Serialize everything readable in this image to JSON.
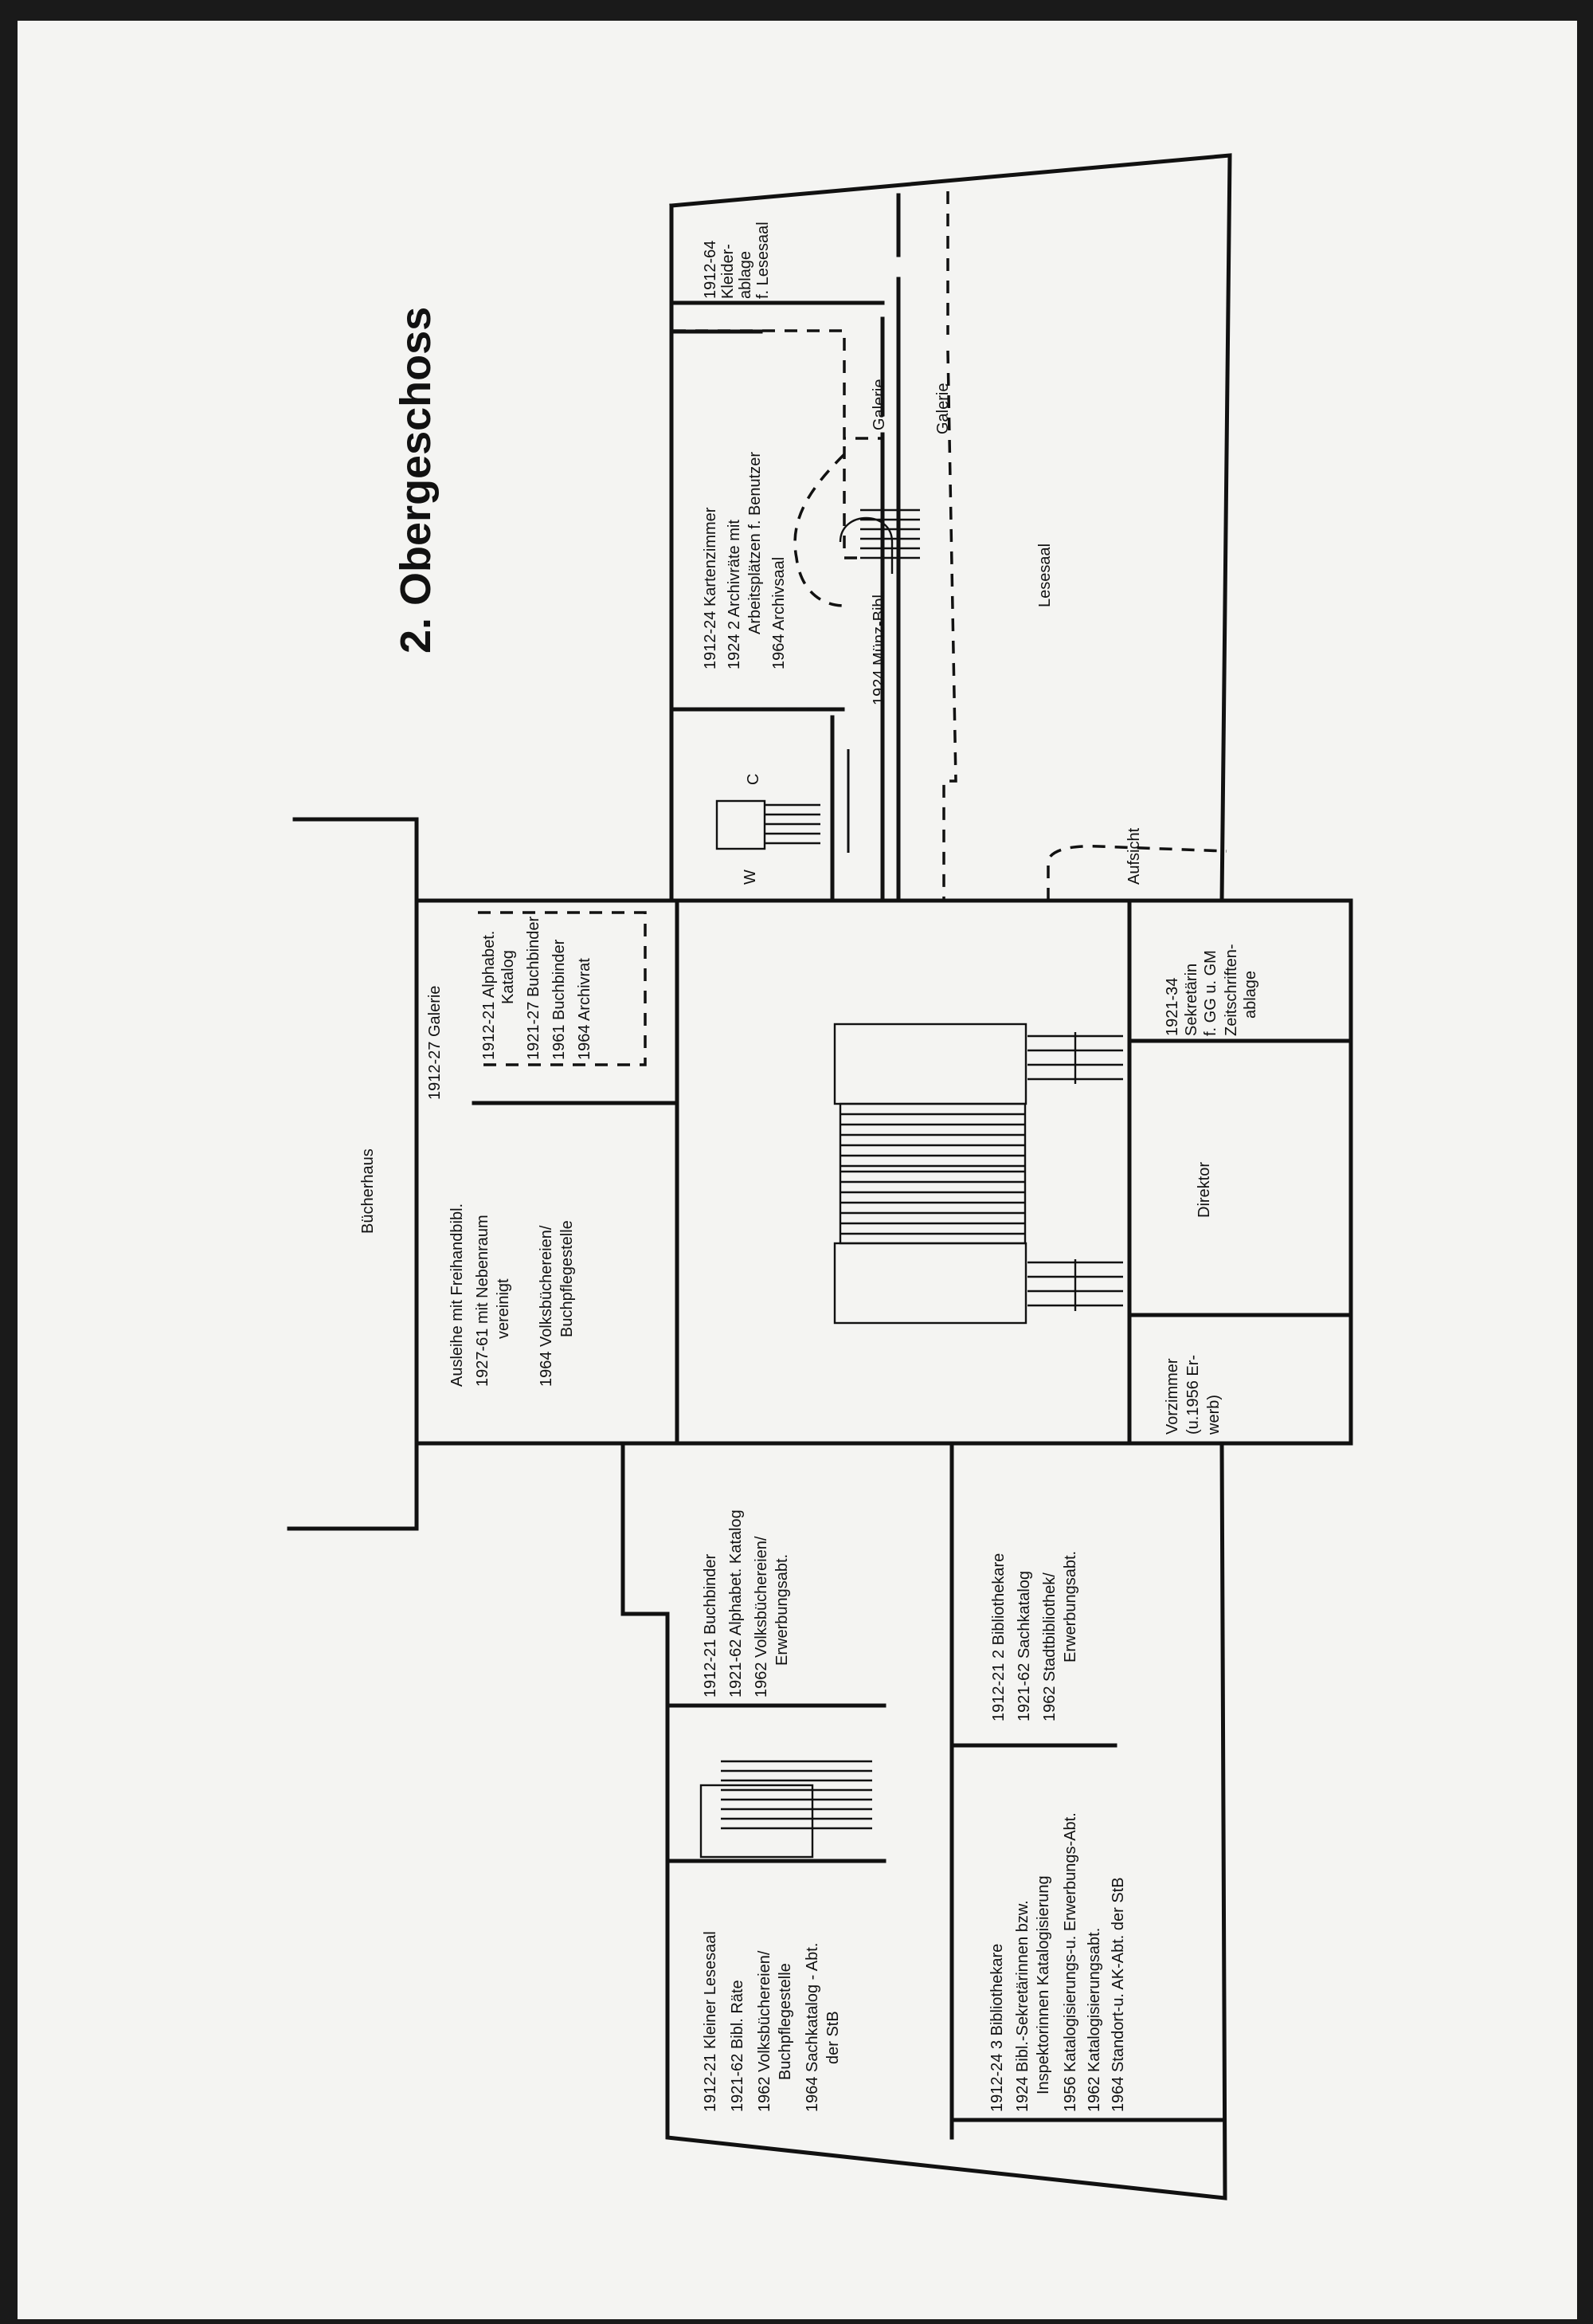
{
  "title": "2. Obergeschoss",
  "rooms": {
    "buecherhaus": [
      "Bücherhaus"
    ],
    "ausleihe": [
      "Ausleihe mit Freihandbibl.",
      "1927-61 mit Nebenraum",
      "vereinigt",
      "1964   Volksbüchereien/",
      "Buchpflegestelle"
    ],
    "galerie_1912_27": [
      "1912-27 Galerie"
    ],
    "alphabet_katalog": [
      "1912-21 Alphabet.",
      "Katalog",
      "1921-27 Buchbinder",
      "1961    Buchbinder",
      "1964    Archivrat"
    ],
    "kleiderablage": [
      "1912-64",
      "Kleider-",
      "ablage",
      "f. Lesesaal"
    ],
    "kartenzimmer": [
      "1912-24 Kartenzimmer",
      "1924  2 Archivräte mit",
      "Arbeitsplätzen f. Benutzer",
      "1964 Archivsaal"
    ],
    "muenz": [
      "1924 Münz-Bibl."
    ],
    "galerie_inner": [
      "Galerie"
    ],
    "galerie_outer": [
      "Galerie"
    ],
    "lesesaal": [
      "Lesesaal"
    ],
    "wc_w": [
      "W"
    ],
    "wc_c": [
      "C"
    ],
    "aufsicht": [
      "Aufsicht"
    ],
    "sekretaerin": [
      "1921-34",
      "Sekretärin",
      "f. GG u. GM",
      "Zeitschriften-",
      "ablage"
    ],
    "direktor": [
      "Direktor"
    ],
    "vorzimmer": [
      "Vorzimmer",
      "(u.1956 Er-",
      "werb)"
    ],
    "buchbinder": [
      "1912-21 Buchbinder",
      "1921-62 Alphabet. Katalog",
      "1962 Volksbüchereien/",
      "Erwerbungsabt."
    ],
    "bibliothekare_2": [
      "1912-21  2 Bibliothekare",
      "1921-62  Sachkatalog",
      "1962     Stadtbibliothek/",
      "Erwerbungsabt."
    ],
    "kleiner_lesesaal": [
      "1912-21 Kleiner Lesesaal",
      "1921-62 Bibl. Räte",
      "1962 Volksbüchereien/",
      "Buchpflegestelle",
      "1964 Sachkatalog - Abt.",
      "der StB"
    ],
    "bibliothekare_3": [
      "1912-24   3 Bibliothekare",
      "1924 Bibl.-Sekretärinnen bzw.",
      "Inspektorinnen  Katalogisierung",
      "1956 Katalogisierungs-u. Erwerbungs-Abt.",
      "1962 Katalogisierungsabt.",
      "1964 Standort-u. AK-Abt. der StB"
    ]
  }
}
